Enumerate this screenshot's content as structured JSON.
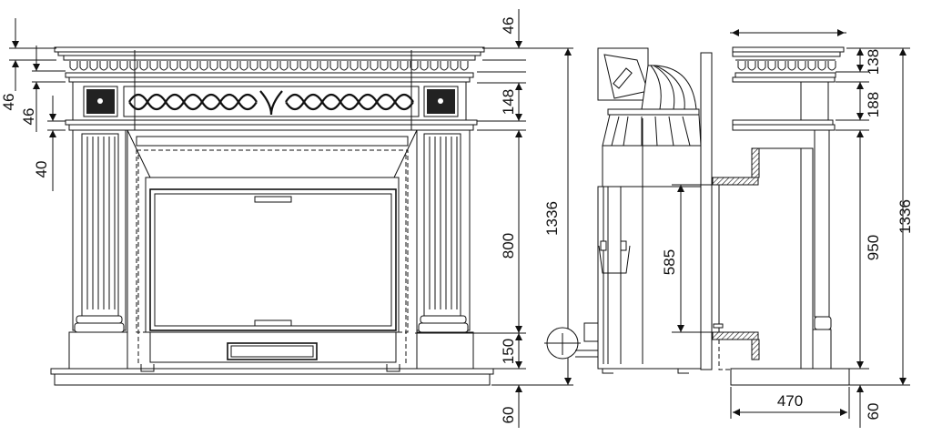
{
  "drawing": {
    "front_view": {
      "left_dimensions": [
        "46",
        "46",
        "40"
      ],
      "right_dimensions": [
        "46",
        "148",
        "800",
        "150",
        "60"
      ],
      "overall_height": "1336"
    },
    "side_view": {
      "opening_height": "585"
    },
    "right_view": {
      "right_dimensions": [
        "138",
        "188",
        "950",
        "60"
      ],
      "overall_height": "1336",
      "depth": "470"
    }
  }
}
